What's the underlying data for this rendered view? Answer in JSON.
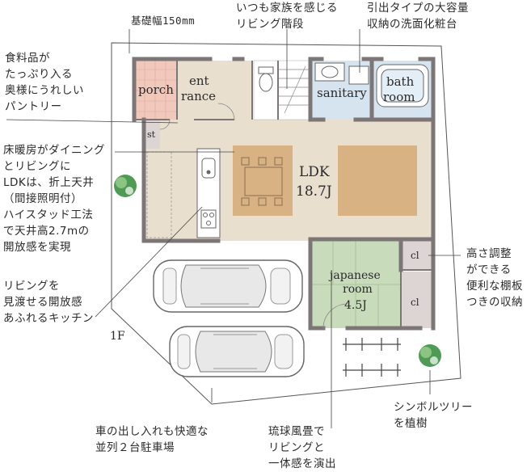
{
  "rooms": {
    "porch": "porch",
    "entrance": "ent\nrance",
    "sanitary": "sanitary",
    "bathroom": "bath\nroom",
    "ldk_label": "LDK",
    "ldk_size": "18.7J",
    "japanese_label": "japanese\nroom",
    "japanese_size": "4.5J",
    "storage": "st",
    "closet1": "cl",
    "closet2": "cl",
    "floor": "1F"
  },
  "annotations": {
    "foundation": "基礎幅150mm",
    "stairs": "いつも家族を感じる\nリビング階段",
    "washstand": "引出タイプの大容量\n収納の洗面化粧台",
    "pantry": "食料品が\nたっぷり入る\n奥様にうれしい\nパントリー",
    "heating": "床暖房がダイニング\nとリビングに",
    "ceiling": "LDKは、折上天井\n（間接照明付）\nハイスタッド工法\nで天井高2.7mの\n開放感を実現",
    "kitchen": "リビングを\n見渡せる開放感\nあふれるキッチン",
    "shelf": "高さ調整\nができる\n便利な棚板\nつきの収納",
    "tree": "シンボルツリー\nを植樹",
    "parking": "車の出し入れも快適な\n並列２台駐車場",
    "tatami": "琉球風畳で\nリビングと\n一体感を演出"
  },
  "colors": {
    "floor": "#e9dfcf",
    "tatami": "#c8dcbc",
    "accent": "#d9b283",
    "porch": "#f0c9bc",
    "wet": "#d6e4f0",
    "wall": "#7c7676",
    "closet": "#ddd4d4"
  }
}
